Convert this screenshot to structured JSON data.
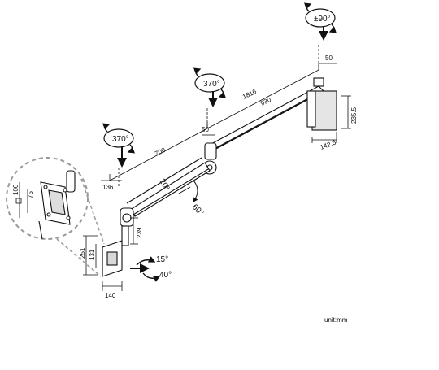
{
  "diagram": {
    "rotations": {
      "top": "±90°",
      "upper_arm": "370°",
      "lower_arm": "370°",
      "tilt": "15°",
      "swivel": "40°",
      "elbow": "60°",
      "forearm": "20°"
    },
    "dimensions": {
      "total_length": "1816",
      "upper_segment": "930",
      "lower_segment": "700",
      "post_offset_top": "50",
      "joint_offset": "50",
      "base_width": "136",
      "clamp_height": "235.5",
      "clamp_depth": "142.5",
      "drop_height": "239",
      "plate_height": "251",
      "plate_inner": "131",
      "plate_width": "140",
      "vesa_100": "100",
      "vesa_75": "75"
    },
    "unit_label": "unit:mm"
  }
}
